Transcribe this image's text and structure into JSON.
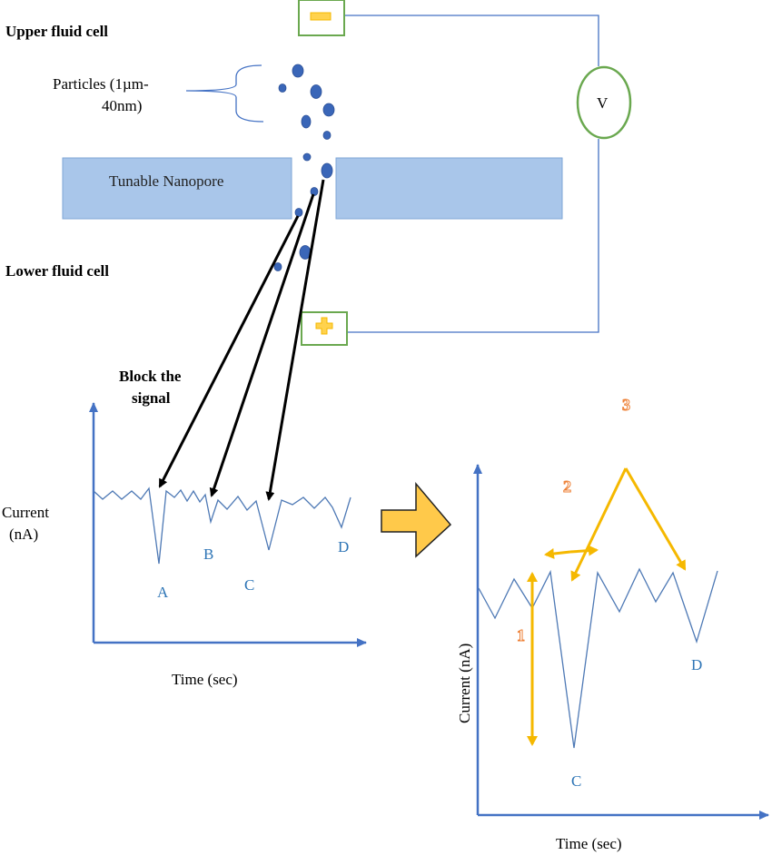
{
  "labels": {
    "upper_cell": "Upper fluid cell",
    "lower_cell": "Lower fluid cell",
    "particles_line1": "Particles (1µm-",
    "particles_line2": "40nm)",
    "nanopore": "Tunable Nanopore",
    "voltmeter": "V",
    "block_line1": "Block the",
    "block_line2": "signal"
  },
  "left_plot": {
    "ylabel_line1": "Current",
    "ylabel_line2": "(nA)",
    "xlabel": "Time (sec)",
    "peaks": [
      "A",
      "B",
      "C",
      "D"
    ]
  },
  "right_plot": {
    "ylabel": "Current (nA)",
    "xlabel": "Time (sec)",
    "peaks": [
      "C",
      "D"
    ],
    "markers": [
      "1",
      "2",
      "3"
    ]
  },
  "colors": {
    "axis": "#4472c4",
    "trace": "#4e79b5",
    "particle": "#3a66b8",
    "nanopore_fill": "#a9c6ea",
    "electrode": "#6aa84f",
    "voltmeter": "#6aa84f",
    "arrow_orange": "#f5b800",
    "marker_orange": "#ed7d31",
    "big_arrow": "#ffc94a",
    "peak_label": "#2e75b6"
  }
}
